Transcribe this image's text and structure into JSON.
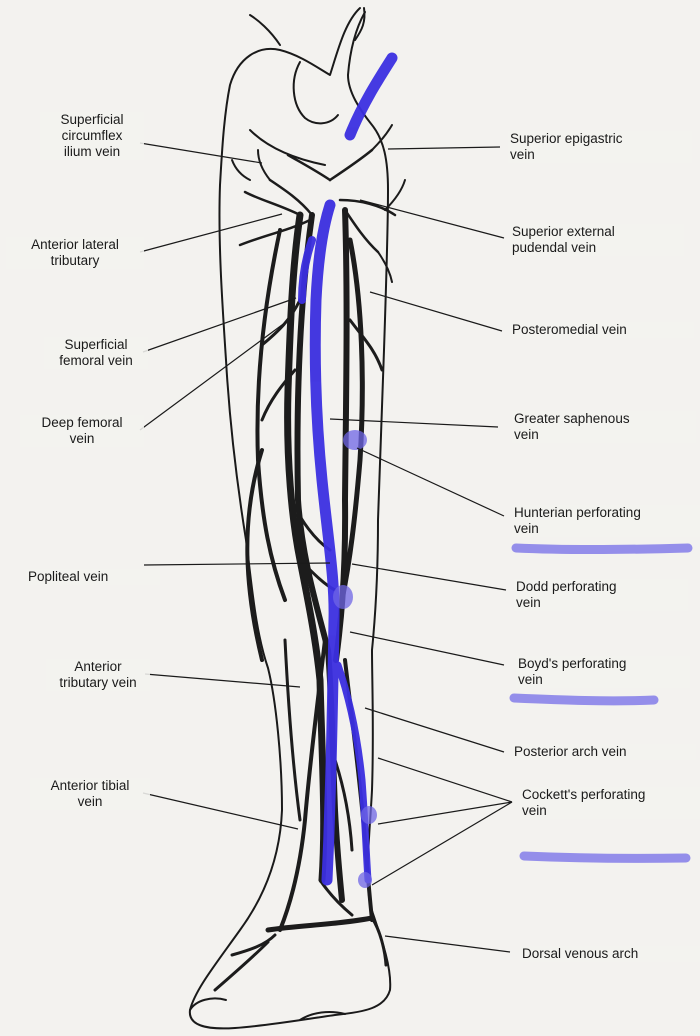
{
  "labels_left": {
    "superficial_circumflex": "Superficial\ncircumflex\nilium vein",
    "anterior_lateral": "Anterior lateral\ntributary",
    "superficial_femoral": "Superficial\nfemoral vein",
    "deep_femoral": "Deep femoral\nvein",
    "popliteal": "Popliteal vein",
    "anterior_tributary": "Anterior\ntributary vein",
    "anterior_tibial": "Anterior tibial\nvein"
  },
  "labels_right": {
    "superior_epigastric": "Superior epigastric\nvein",
    "superior_external_pudendal": "Superior external\npudendal vein",
    "posteromedial": "Posteromedial vein",
    "greater_saphenous": "Greater saphenous\nvein",
    "hunterian": "Hunterian perforating\nvein",
    "dodd": "Dodd perforating\nvein",
    "boyd": "Boyd's perforating\nvein",
    "posterior_arch": "Posterior arch vein",
    "cockett": "Cockett's perforating\nvein",
    "dorsal_venous_arch": "Dorsal venous arch"
  },
  "colors": {
    "background": "#f3f2ef",
    "line": "#1a1a1a",
    "vein": "#1c1c1c",
    "saphenous_highlight": "#3b2fe0",
    "marker": "#6f66e6"
  }
}
